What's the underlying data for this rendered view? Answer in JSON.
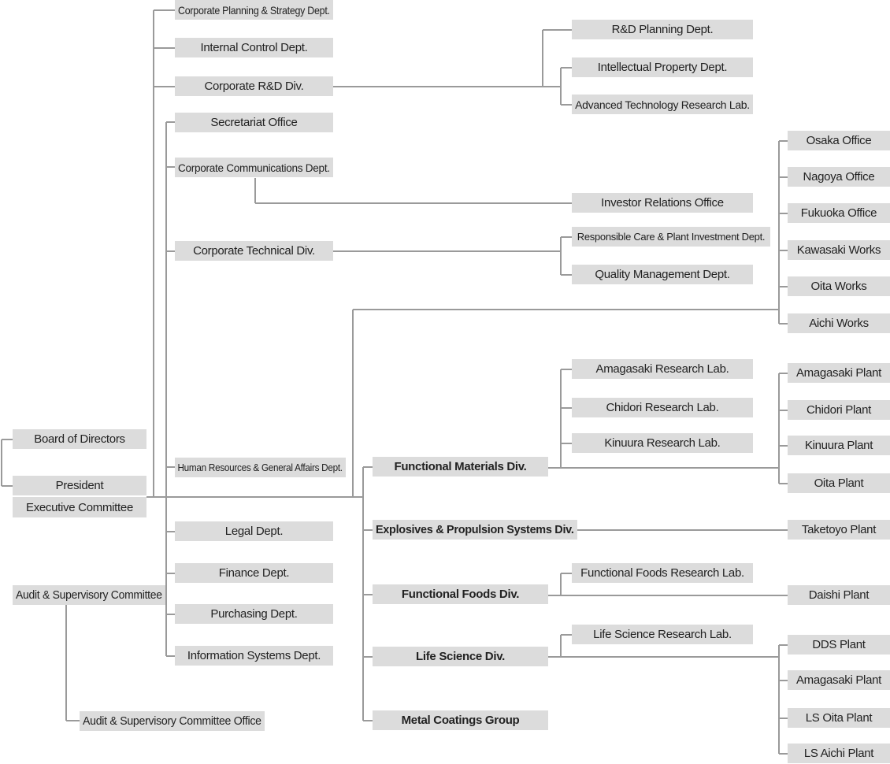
{
  "top_management": {
    "board": "Board of Directors",
    "president": "President",
    "executive_committee": "Executive Committee",
    "audit_committee": "Audit & Supervisory Committee",
    "audit_office": "Audit & Supervisory Committee Office"
  },
  "corporate": {
    "planning": "Corporate Planning & Strategy Dept.",
    "internal_control": "Internal Control Dept.",
    "rnd_div": "Corporate R&D Div.",
    "secretariat": "Secretariat Office",
    "communications": "Corporate Communications Dept.",
    "technical_div": "Corporate Technical Div.",
    "hr": "Human Resources & General Affairs Dept.",
    "legal": "Legal Dept.",
    "finance": "Finance Dept.",
    "purchasing": "Purchasing Dept.",
    "info_systems": "Information Systems Dept."
  },
  "rnd": {
    "planning": "R&D Planning Dept.",
    "ip": "Intellectual Property Dept.",
    "advanced_lab": "Advanced Technology Research Lab."
  },
  "ir_office": "Investor Relations Office",
  "technical": {
    "responsible_care": "Responsible Care & Plant Investment Dept.",
    "quality": "Quality Management Dept."
  },
  "offices_works": [
    "Osaka Office",
    "Nagoya Office",
    "Fukuoka Office",
    "Kawasaki Works",
    "Oita Works",
    "Aichi Works"
  ],
  "divisions": {
    "functional_materials": "Functional Materials Div.",
    "explosives": "Explosives & Propulsion Systems Div.",
    "functional_foods": "Functional Foods Div.",
    "life_science": "Life Science Div.",
    "metal_coatings": "Metal Coatings Group"
  },
  "fm_labs": [
    "Amagasaki Research Lab.",
    "Chidori Research Lab.",
    "Kinuura Research Lab."
  ],
  "fm_plants": [
    "Amagasaki Plant",
    "Chidori Plant",
    "Kinuura Plant",
    "Oita Plant"
  ],
  "explosives_plant": "Taketoyo Plant",
  "ff_lab": "Functional Foods Research Lab.",
  "ff_plant": "Daishi Plant",
  "ls_lab": "Life Science Research Lab.",
  "ls_plants": [
    "DDS Plant",
    "Amagasaki Plant",
    "LS Oita Plant",
    "LS Aichi Plant"
  ]
}
